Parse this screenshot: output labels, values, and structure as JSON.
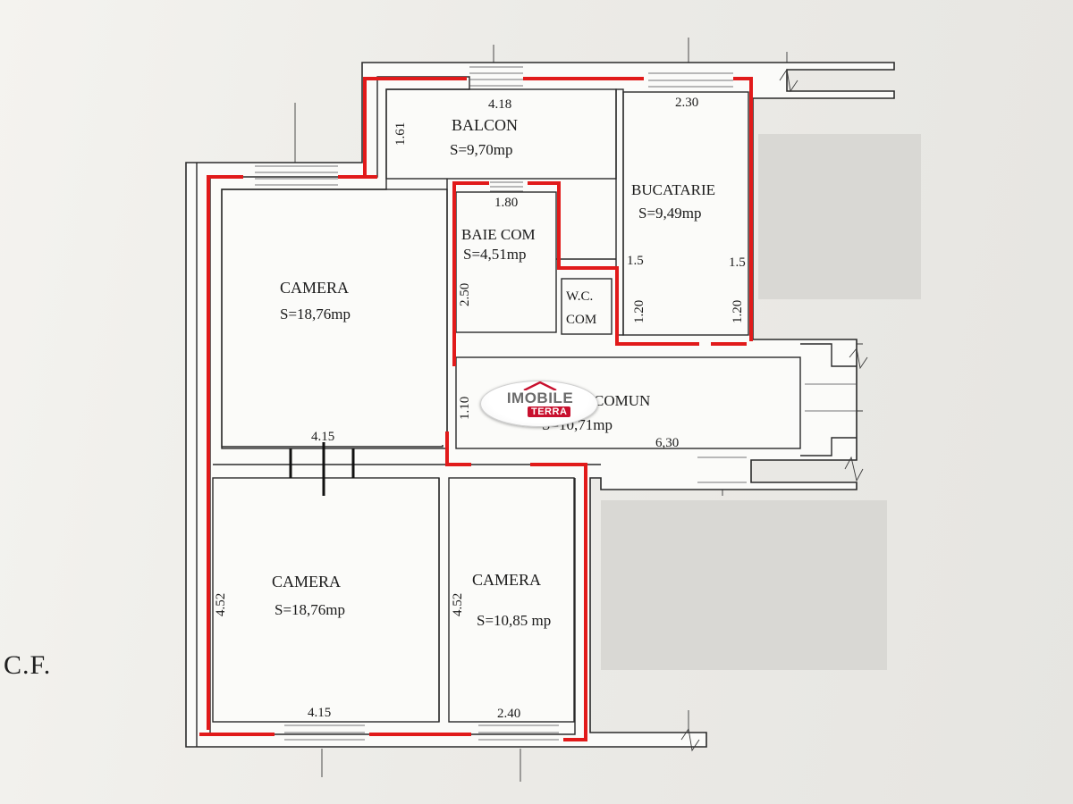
{
  "side_label": "C.F.",
  "logo": {
    "text_top": "IMOBILE",
    "text_bottom": "TERRA",
    "brand_color": "#c8102e"
  },
  "colors": {
    "red_marking": "#e11a1a",
    "wall_line": "#2a2a2a",
    "paper": "#f4f3ef"
  },
  "rooms": [
    {
      "id": "balcon",
      "name": "BALCON",
      "area": "S=9,70mp"
    },
    {
      "id": "bucatarie",
      "name": "BUCATARIE",
      "area": "S=9,49mp"
    },
    {
      "id": "baie",
      "name": "BAIE COM",
      "area": "S=4,51mp"
    },
    {
      "id": "wc",
      "name": "W.C.",
      "name2": "COM"
    },
    {
      "id": "camera1",
      "name": "CAMERA",
      "area": "S=18,76mp"
    },
    {
      "id": "hol",
      "name": "COMUN",
      "area": "S=10,71mp"
    },
    {
      "id": "camera2",
      "name": "CAMERA",
      "area": "S=18,76mp"
    },
    {
      "id": "camera3",
      "name": "CAMERA",
      "area": "S=10,85 mp"
    }
  ],
  "dimensions": [
    "4.18",
    "2.30",
    "1.61",
    "1.80",
    "1.5",
    "1.5",
    "2.50",
    "1.20",
    "1.20",
    "1.10",
    "4.15",
    "6,30",
    "4.52",
    "4.52",
    "4.15",
    "2.40"
  ]
}
